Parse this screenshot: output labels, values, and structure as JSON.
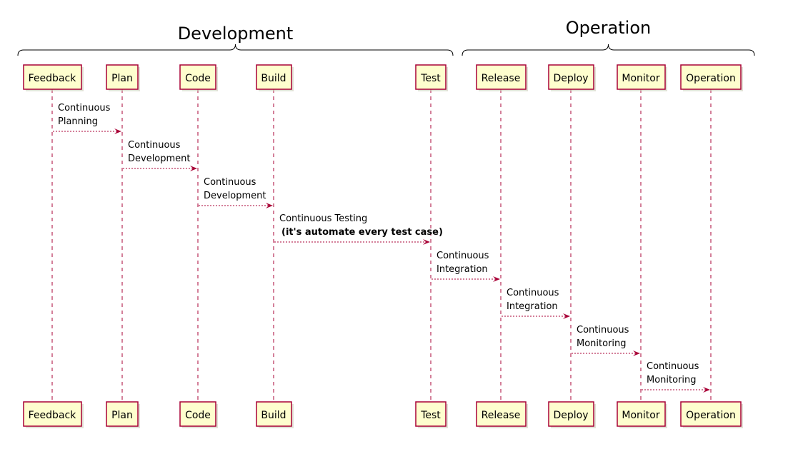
{
  "groups": [
    {
      "title": "Development",
      "from": "Feedback",
      "to": "Test"
    },
    {
      "title": "Operation",
      "from": "Release",
      "to": "Operation"
    }
  ],
  "participants": [
    {
      "id": "feedback",
      "label": "Feedback"
    },
    {
      "id": "plan",
      "label": "Plan"
    },
    {
      "id": "code",
      "label": "Code"
    },
    {
      "id": "build",
      "label": "Build"
    },
    {
      "id": "test",
      "label": "Test"
    },
    {
      "id": "release",
      "label": "Release"
    },
    {
      "id": "deploy",
      "label": "Deploy"
    },
    {
      "id": "monitor",
      "label": "Monitor"
    },
    {
      "id": "operation",
      "label": "Operation"
    }
  ],
  "messages": [
    {
      "from": "feedback",
      "to": "plan",
      "lines": [
        "Continuous",
        "Planning"
      ]
    },
    {
      "from": "plan",
      "to": "code",
      "lines": [
        "Continuous",
        "Development"
      ]
    },
    {
      "from": "code",
      "to": "build",
      "lines": [
        "Continuous",
        "Development"
      ]
    },
    {
      "from": "build",
      "to": "test",
      "lines": [
        "Continuous Testing",
        "(it's automate every test case)"
      ],
      "bold_line": 1
    },
    {
      "from": "test",
      "to": "release",
      "lines": [
        "Continuous",
        "Integration"
      ]
    },
    {
      "from": "release",
      "to": "deploy",
      "lines": [
        "Continuous",
        "Integration"
      ]
    },
    {
      "from": "deploy",
      "to": "monitor",
      "lines": [
        "Continuous",
        "Monitoring"
      ]
    },
    {
      "from": "monitor",
      "to": "operation",
      "lines": [
        "Continuous",
        "Monitoring"
      ]
    }
  ],
  "colors": {
    "participant_fill": "#FEFECE",
    "participant_border": "#A80036",
    "arrow": "#A80036"
  }
}
